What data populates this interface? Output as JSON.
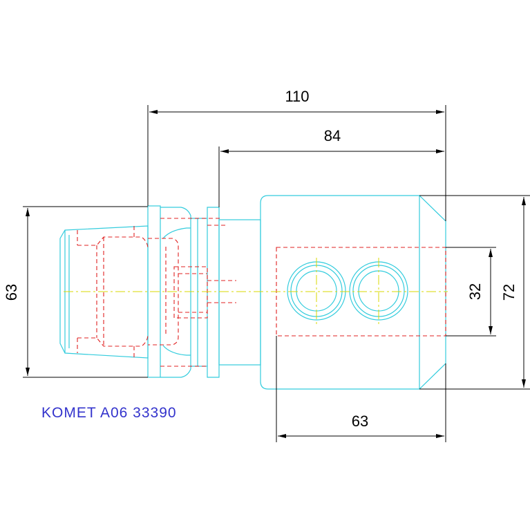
{
  "colors": {
    "outline": "#33ccdd",
    "hidden": "#e02020",
    "centerline": "#d8d800",
    "dimension": "#000000",
    "caption": "#3333cc"
  },
  "dimensions": {
    "overall_length": "110",
    "body_length": "84",
    "shank_diameter": "63",
    "height": "72",
    "bore_spacing": "32",
    "block_width": "63"
  },
  "caption": "KOMET A06 33390"
}
